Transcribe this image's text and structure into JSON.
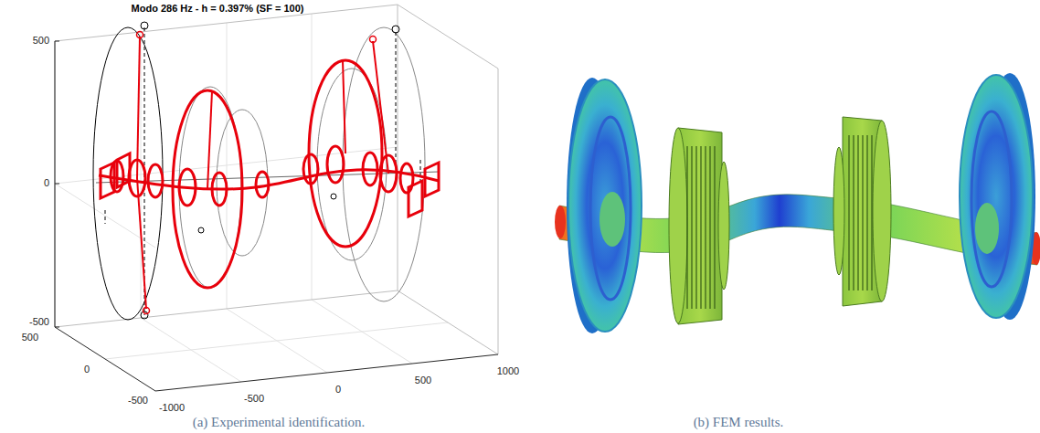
{
  "diagram": {
    "title": "Modo 286 Hz - h = 0.397% (SF = 100)",
    "labels": [
      "500",
      "0",
      "-500",
      "500",
      "0",
      "-500",
      "-1000",
      "-500",
      "0",
      "500",
      "1000",
      "(a) Experimental identification.",
      "(b) FEM results."
    ]
  }
}
